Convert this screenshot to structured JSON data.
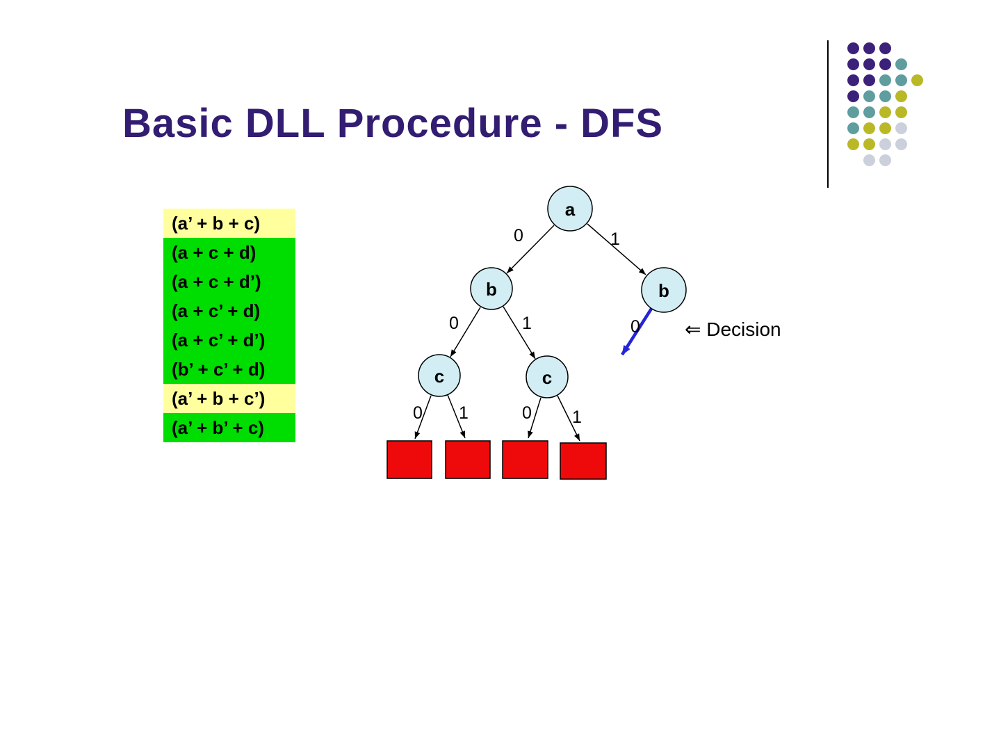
{
  "title": "Basic DLL Procedure - DFS",
  "clauses": [
    {
      "text": "(a’ + b + c)",
      "highlight": "yellow"
    },
    {
      "text": "(a + c + d)",
      "highlight": "green"
    },
    {
      "text": "(a + c + d’)",
      "highlight": "green"
    },
    {
      "text": "(a + c’ + d)",
      "highlight": "green"
    },
    {
      "text": "(a + c’ + d’)",
      "highlight": "green"
    },
    {
      "text": "(b’ + c’ + d)",
      "highlight": "green"
    },
    {
      "text": "(a’ + b + c’)",
      "highlight": "yellow"
    },
    {
      "text": "(a’ + b’ + c)",
      "highlight": "green"
    }
  ],
  "tree": {
    "node_labels": {
      "root": "a",
      "b_left": "b",
      "b_right": "b",
      "c_left": "c",
      "c_right": "c"
    },
    "edge_labels": {
      "a_0": "0",
      "a_1": "1",
      "b_left_0": "0",
      "b_left_1": "1",
      "b_right_0": "0",
      "c_left_0": "0",
      "c_left_1": "1",
      "c_right_0": "0",
      "c_right_1": "1"
    },
    "decision_annotation": "⇐ Decision"
  },
  "colors": {
    "title": "#321d72",
    "clause_yellow": "#ffff9e",
    "clause_green": "#00dd00",
    "node_fill": "#d2eef4",
    "node_stroke": "#000000",
    "terminal_red": "#ee0a0a",
    "decision_arrow_blue": "#2424d8",
    "dot_purple": "#3b2179",
    "dot_teal": "#5f9d9f",
    "dot_olive": "#b9b827",
    "dot_gray": "#ccd0dc"
  },
  "dot_grid": [
    "PPP..",
    "PPPT.",
    "PPTTO",
    "PTTO.",
    "TTOO.",
    "TOOG.",
    "OOGG.",
    ".GG.."
  ]
}
